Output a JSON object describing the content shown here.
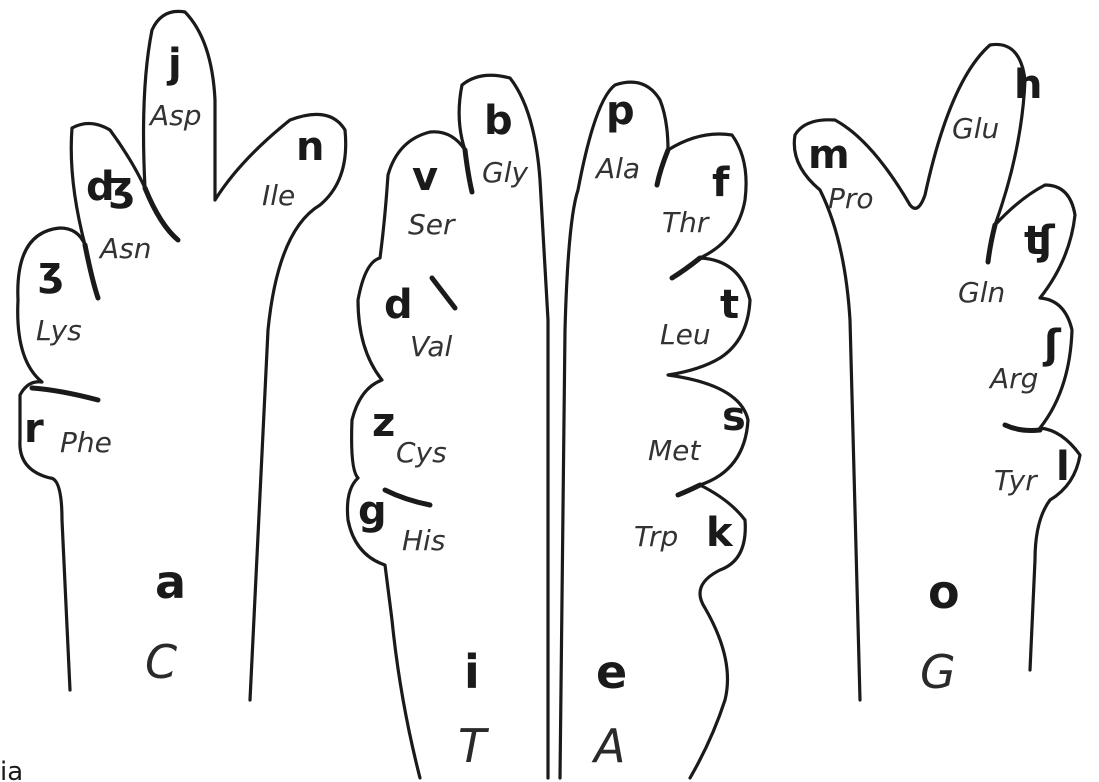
{
  "hands": {
    "C": {
      "base_letter": "a",
      "nucleotide": "C",
      "fingers": [
        {
          "letter": "j",
          "amino_acid": "Asp"
        },
        {
          "letter": "n",
          "amino_acid": "Ile"
        },
        {
          "letter": "ʤ",
          "amino_acid": "Asn"
        },
        {
          "letter": "ʒ",
          "amino_acid": "Lys"
        },
        {
          "letter": "r",
          "amino_acid": "Phe"
        }
      ]
    },
    "T": {
      "base_letter": "i",
      "nucleotide": "T",
      "fingers": [
        {
          "letter": "b",
          "amino_acid": "Gly"
        },
        {
          "letter": "v",
          "amino_acid": "Ser"
        },
        {
          "letter": "d",
          "amino_acid": "Val"
        },
        {
          "letter": "z",
          "amino_acid": "Cys"
        },
        {
          "letter": "g",
          "amino_acid": "His"
        }
      ]
    },
    "A": {
      "base_letter": "e",
      "nucleotide": "A",
      "fingers": [
        {
          "letter": "p",
          "amino_acid": "Ala"
        },
        {
          "letter": "f",
          "amino_acid": "Thr"
        },
        {
          "letter": "t",
          "amino_acid": "Leu"
        },
        {
          "letter": "s",
          "amino_acid": "Met"
        },
        {
          "letter": "k",
          "amino_acid": "Trp"
        }
      ]
    },
    "G": {
      "base_letter": "o",
      "nucleotide": "G",
      "fingers": [
        {
          "letter": "h",
          "amino_acid": "Glu"
        },
        {
          "letter": "m",
          "amino_acid": "Pro"
        },
        {
          "letter": "ʧ",
          "amino_acid": "Gln"
        },
        {
          "letter": "ʃ",
          "amino_acid": "Arg"
        },
        {
          "letter": "l",
          "amino_acid": "Tyr"
        }
      ]
    }
  },
  "caption_fragment": "ia"
}
